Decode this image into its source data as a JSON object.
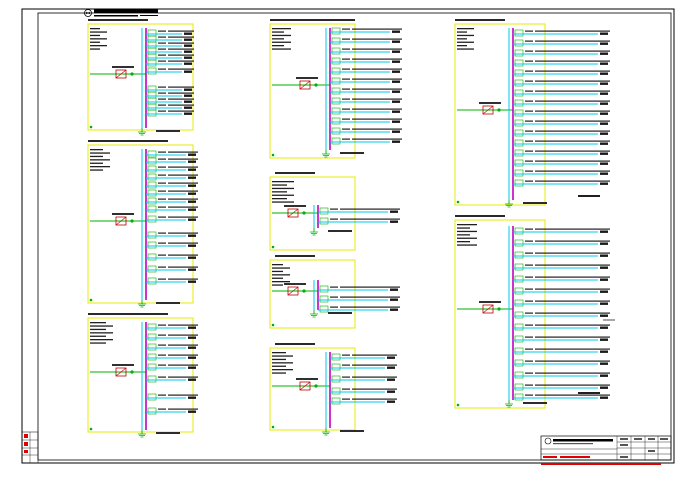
{
  "drawing": {
    "colors": {
      "background": "#ffffff",
      "border": "#000000",
      "panel_frame": "#e8e800",
      "busbar": "#c000c0",
      "feeder": "#00c8e8",
      "device": "#00b000",
      "breaker_box": "#c00000",
      "text": "#202020"
    },
    "icons": [
      "drawing-logo-icon",
      "ground-symbol-icon",
      "breaker-symbol-icon"
    ],
    "panels": [
      {
        "id": "p1",
        "feeders": 12
      },
      {
        "id": "p2",
        "feeders": 14
      },
      {
        "id": "p3",
        "feeders": 8
      },
      {
        "id": "p4",
        "feeders": 12
      },
      {
        "id": "p5",
        "feeders": 2
      },
      {
        "id": "p6",
        "feeders": 3
      },
      {
        "id": "p7",
        "feeders": 5
      },
      {
        "id": "p8",
        "feeders": 16
      },
      {
        "id": "p9",
        "feeders": 15
      }
    ]
  }
}
